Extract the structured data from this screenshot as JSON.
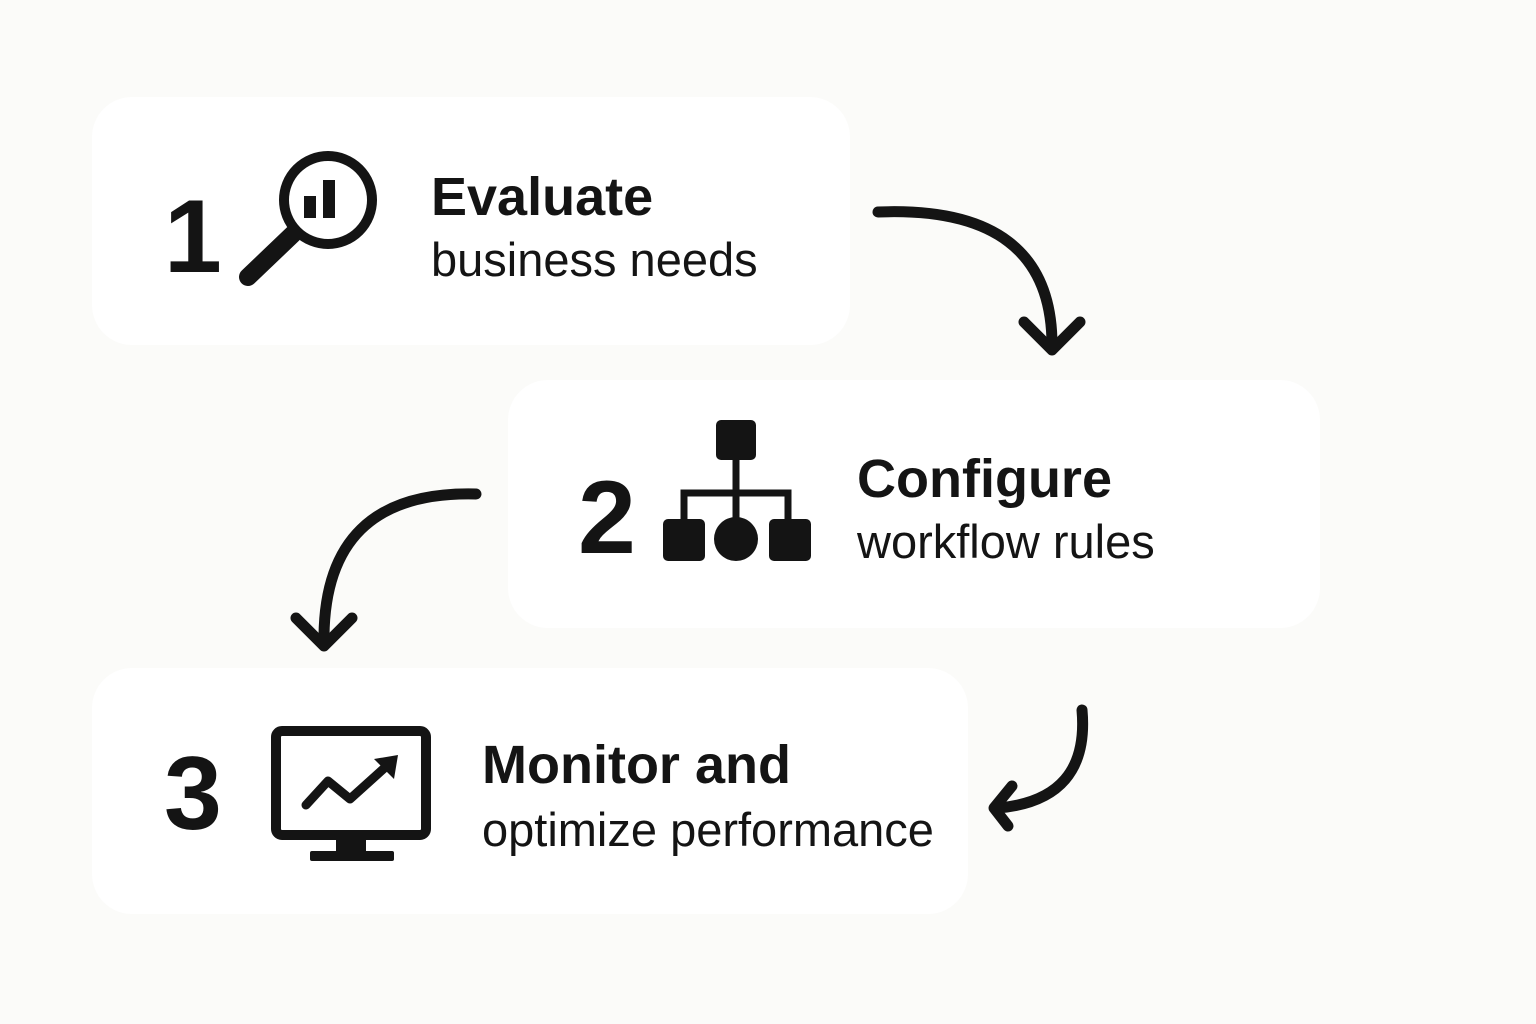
{
  "steps": [
    {
      "number": "1",
      "title": "Evaluate",
      "subtitle": "business needs",
      "icon": "magnifier-bar-chart-icon"
    },
    {
      "number": "2",
      "title": "Configure",
      "subtitle": "workflow rules",
      "icon": "hierarchy-workflow-icon"
    },
    {
      "number": "3",
      "title": "Monitor and",
      "subtitle": "optimize performance",
      "icon": "monitor-trend-icon"
    }
  ],
  "colors": {
    "background": "#fbfbf9",
    "card": "#ffffff",
    "ink": "#141414"
  }
}
